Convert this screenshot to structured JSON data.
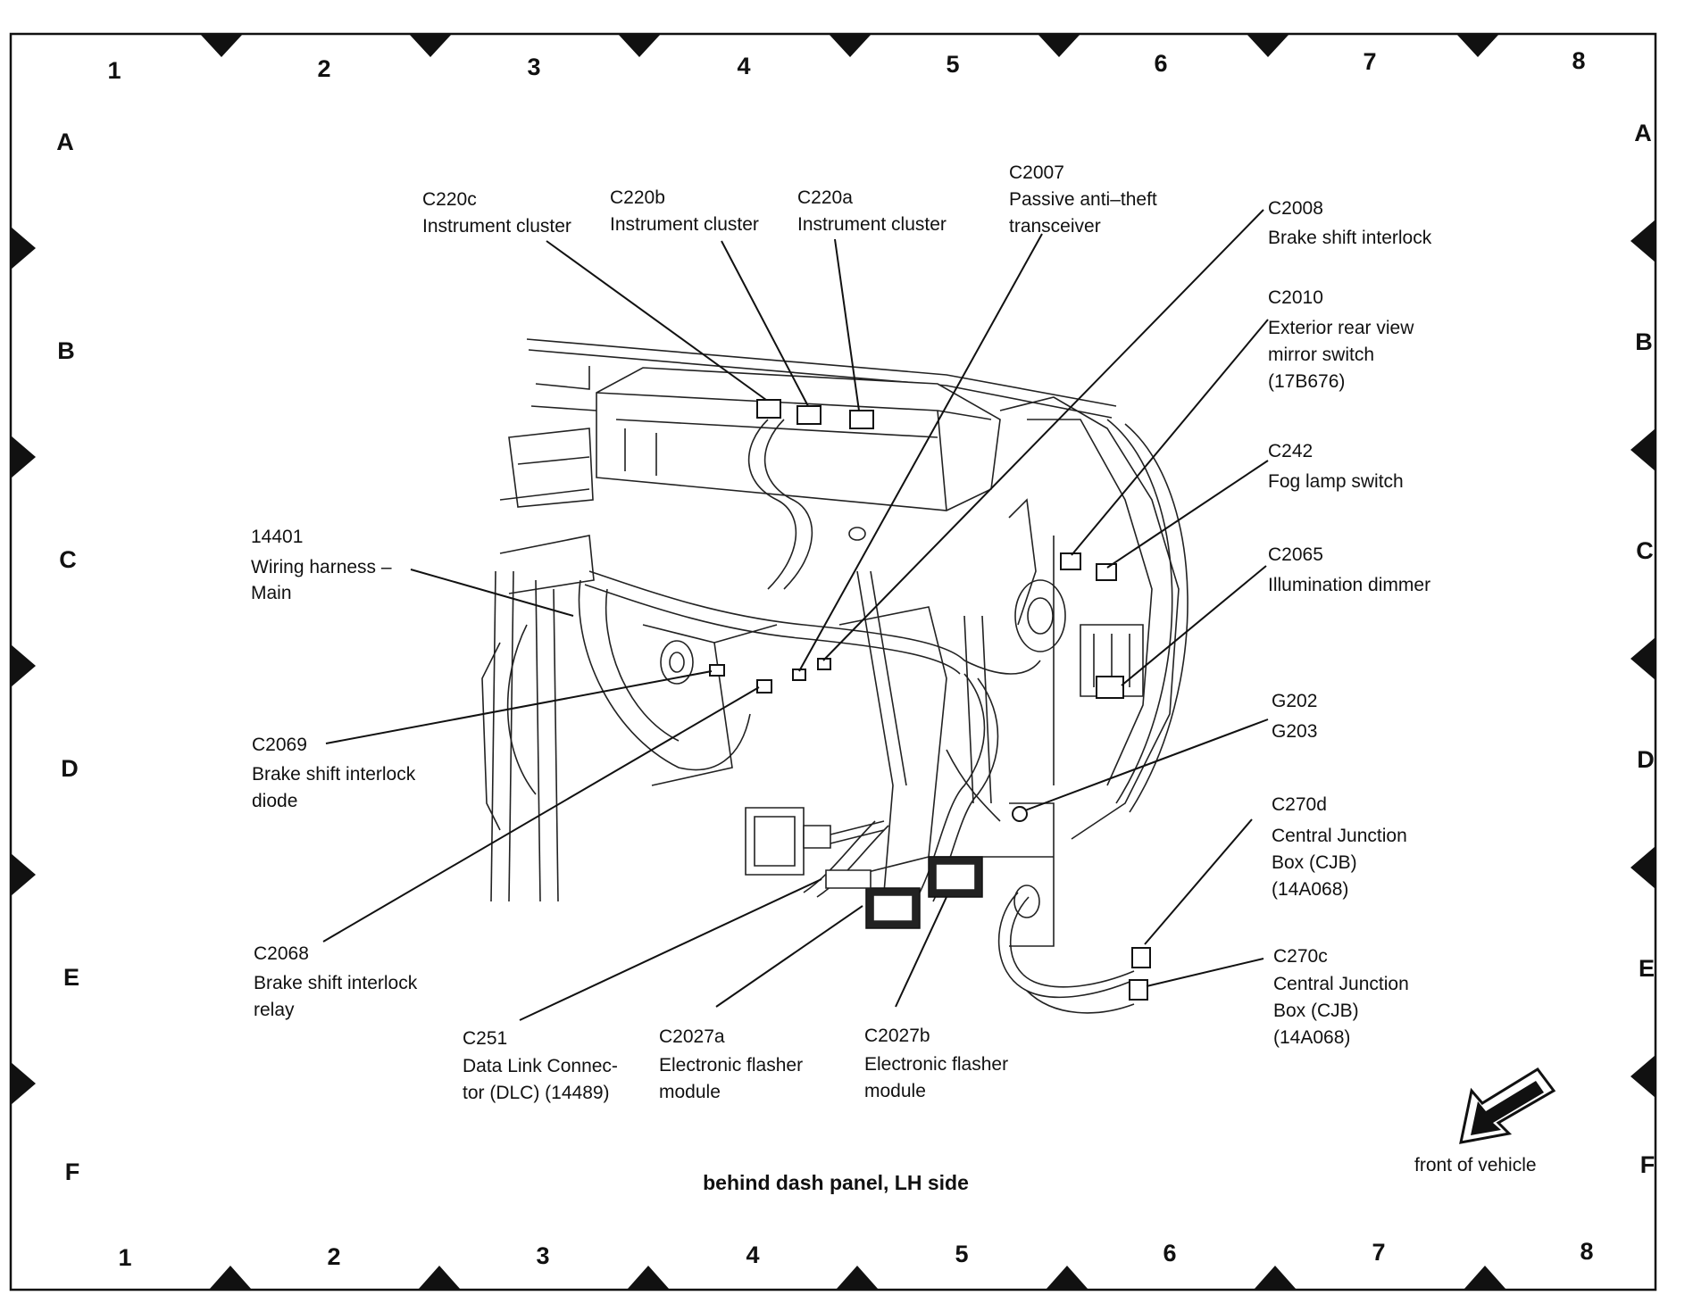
{
  "grid": {
    "columns": [
      "1",
      "2",
      "3",
      "4",
      "5",
      "6",
      "7",
      "8"
    ],
    "rows": [
      "A",
      "B",
      "C",
      "D",
      "E",
      "F"
    ]
  },
  "caption": "behind dash panel, LH side",
  "front_indicator": "front of vehicle",
  "callouts": [
    {
      "id": "c220c",
      "lines": [
        "C220c",
        "Instrument cluster"
      ]
    },
    {
      "id": "c220b",
      "lines": [
        "C220b",
        "Instrument cluster"
      ]
    },
    {
      "id": "c220a",
      "lines": [
        "C220a",
        "Instrument cluster"
      ]
    },
    {
      "id": "c2007",
      "lines": [
        "C2007",
        "Passive anti–theft",
        "transceiver"
      ]
    },
    {
      "id": "c2008",
      "lines": [
        "C2008",
        "Brake shift interlock"
      ]
    },
    {
      "id": "c2010",
      "lines": [
        "C2010",
        "Exterior rear view",
        "mirror switch",
        "(17B676)"
      ]
    },
    {
      "id": "c242",
      "lines": [
        "C242",
        "Fog lamp switch"
      ]
    },
    {
      "id": "c2065",
      "lines": [
        "C2065",
        "Illumination dimmer"
      ]
    },
    {
      "id": "g202",
      "lines": [
        "G202",
        "G203"
      ]
    },
    {
      "id": "c270d",
      "lines": [
        "C270d",
        "Central Junction",
        "Box (CJB)",
        "(14A068)"
      ]
    },
    {
      "id": "c270c",
      "lines": [
        "C270c",
        "Central Junction",
        "Box (CJB)",
        "(14A068)"
      ]
    },
    {
      "id": "h14401",
      "lines": [
        "14401",
        "Wiring harness –",
        "Main"
      ]
    },
    {
      "id": "c2069",
      "lines": [
        "C2069",
        "Brake shift interlock",
        "diode"
      ]
    },
    {
      "id": "c2068",
      "lines": [
        "C2068",
        "Brake shift interlock",
        "relay"
      ]
    },
    {
      "id": "c251",
      "lines": [
        "C251",
        "Data Link Connec-",
        "tor (DLC) (14489)"
      ]
    },
    {
      "id": "c2027a",
      "lines": [
        "C2027a",
        "Electronic flasher",
        "module"
      ]
    },
    {
      "id": "c2027b",
      "lines": [
        "C2027b",
        "Electronic flasher",
        "module"
      ]
    }
  ]
}
